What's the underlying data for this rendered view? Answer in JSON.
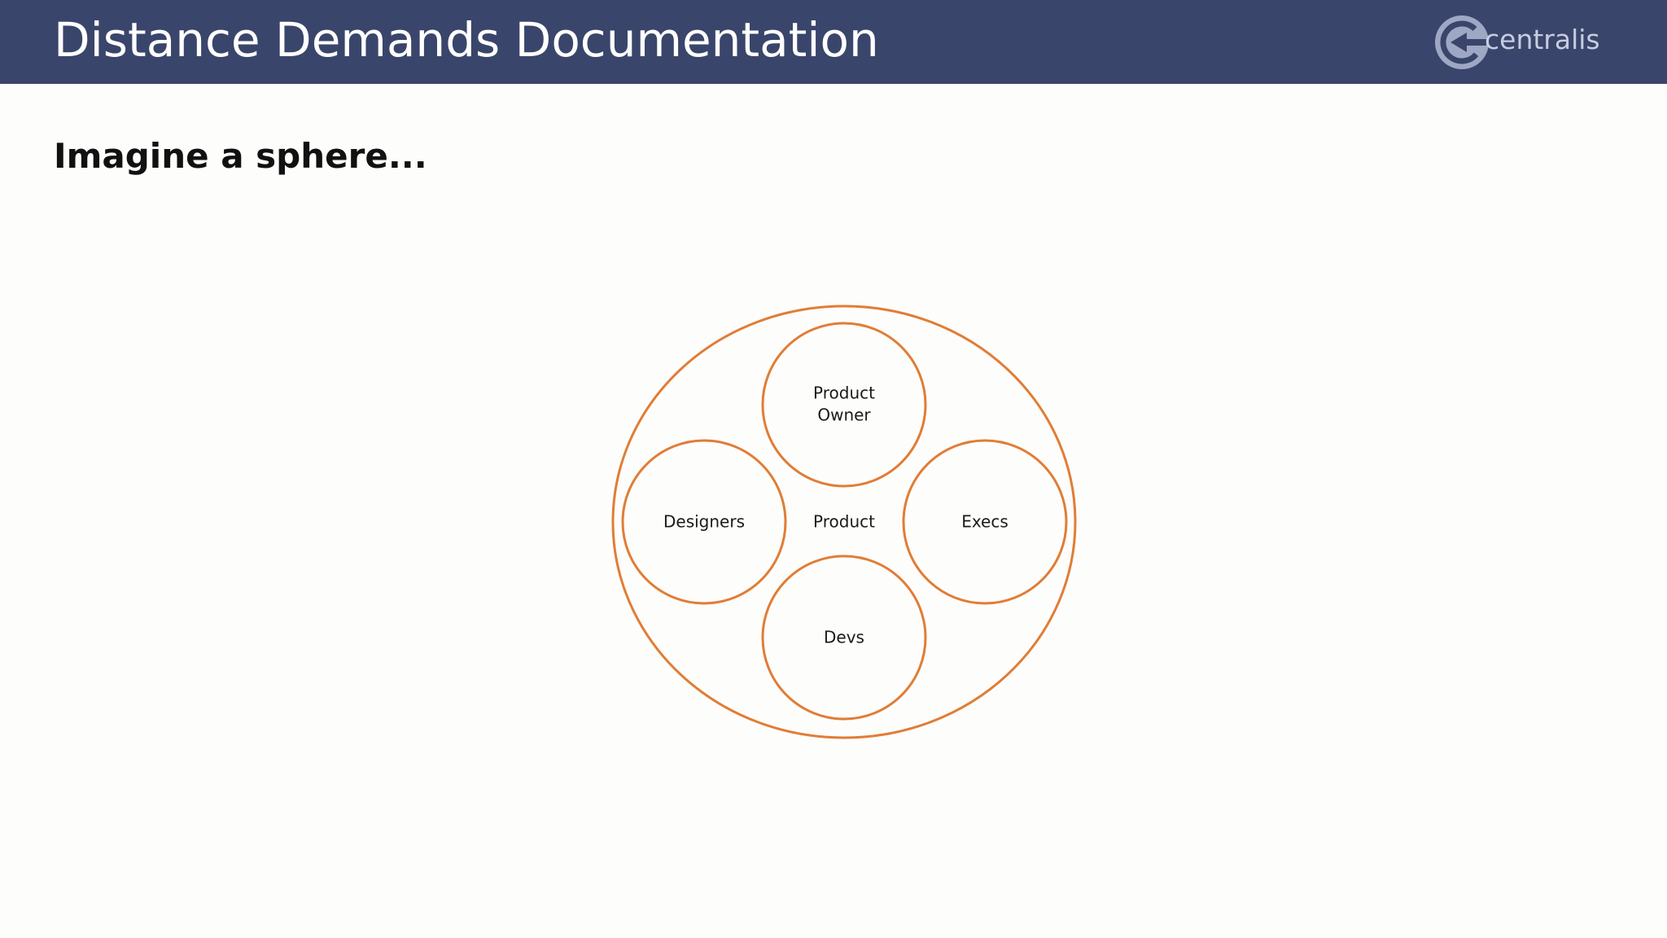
{
  "header": {
    "title": "Distance Demands Documentation",
    "logo_text": "centralis",
    "background": "#3a456b"
  },
  "slide": {
    "heading": "Imagine a sphere..."
  },
  "diagram": {
    "stroke_color": "#e07d36",
    "outer_label": "Product",
    "nodes": [
      {
        "id": "product-owner",
        "lines": [
          "Product",
          "Owner"
        ]
      },
      {
        "id": "designers",
        "lines": [
          "Designers"
        ]
      },
      {
        "id": "execs",
        "lines": [
          "Execs"
        ]
      },
      {
        "id": "devs",
        "lines": [
          "Devs"
        ]
      }
    ]
  }
}
